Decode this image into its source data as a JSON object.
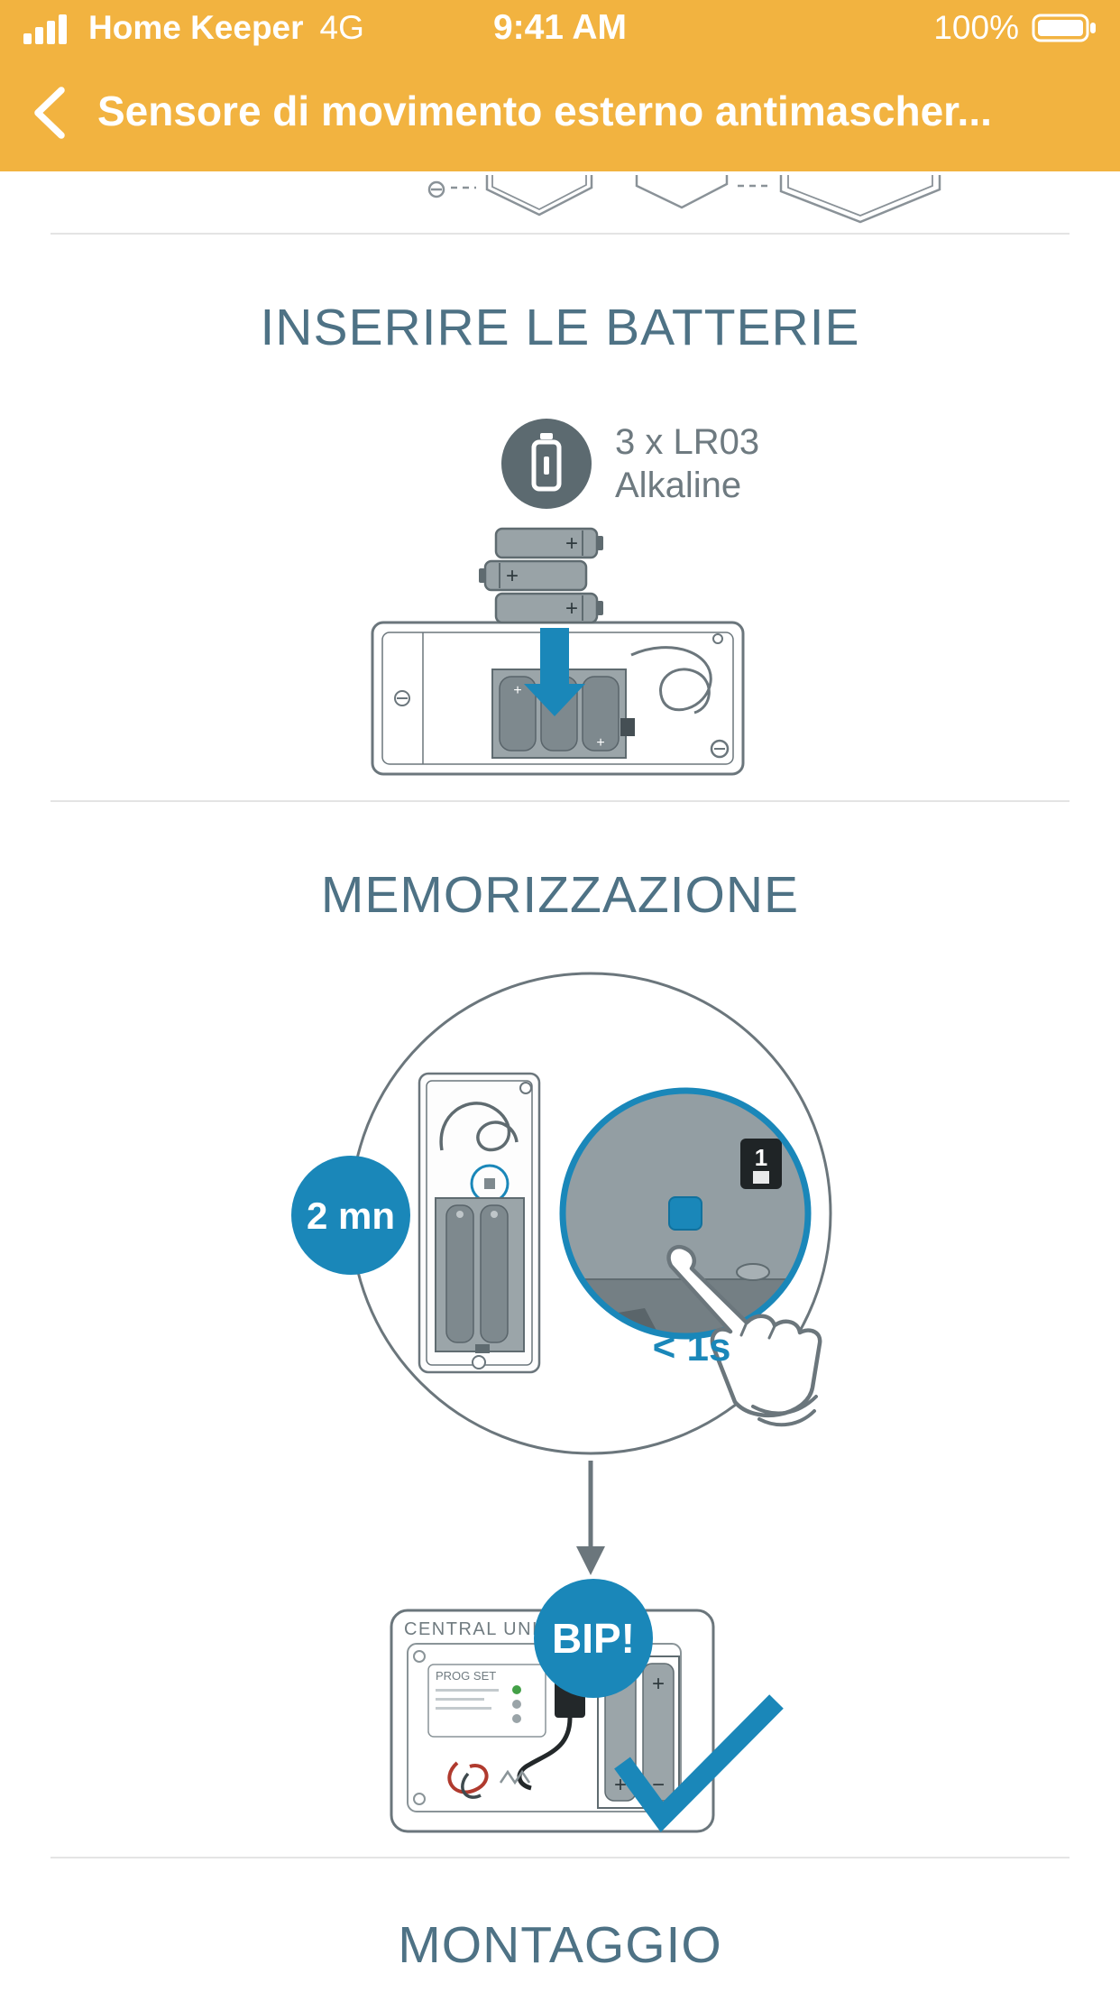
{
  "status_bar": {
    "carrier": "Home Keeper",
    "network": "4G",
    "time": "9:41 AM",
    "battery_percent": "100%"
  },
  "nav_bar": {
    "title": "Sensore di movimento esterno antimascher..."
  },
  "sections": {
    "batteries": {
      "heading": "INSERIRE LE BATTERIE",
      "battery_type": "3 x LR03",
      "battery_chemistry": "Alkaline"
    },
    "memorization": {
      "heading": "MEMORIZZAZIONE",
      "duration_badge": "2 mn",
      "press_duration": "< 1s",
      "zoom_tab_label": "1",
      "beep_badge": "BIP!",
      "central_unit_label": "Central Unit",
      "prog_set_label": "PROG SET"
    },
    "mounting": {
      "heading": "MONTAGGIO"
    }
  },
  "marks": {
    "plus": "+",
    "minus": "−"
  },
  "colors": {
    "header_yellow": "#F2B340",
    "accent_blue": "#1A87B9",
    "heading_text": "#4E7285",
    "line_art": "#6B767C"
  }
}
